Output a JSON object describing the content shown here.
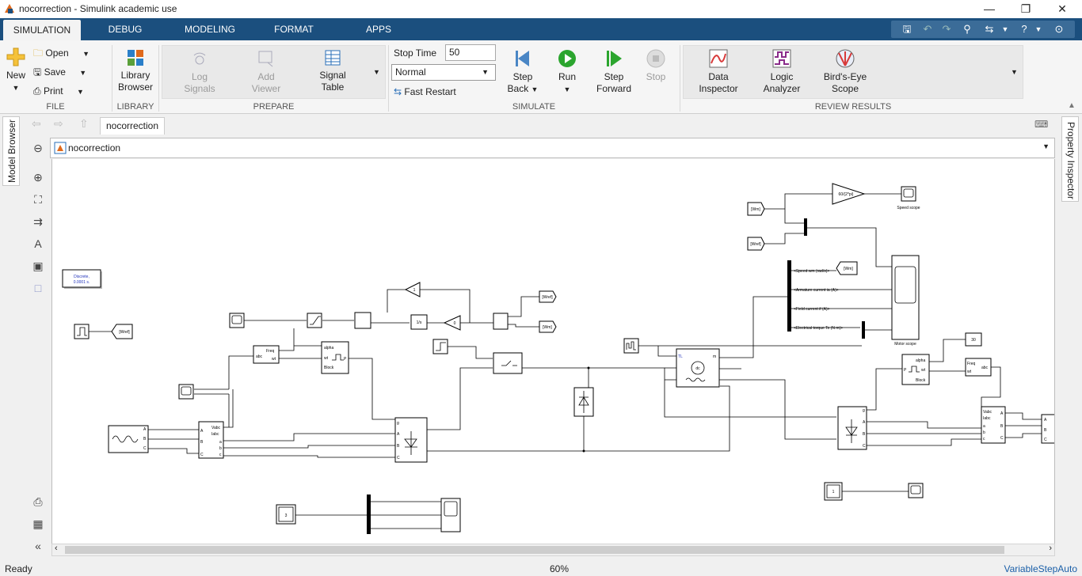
{
  "window": {
    "title": "nocorrection - Simulink academic use",
    "minimize": "—",
    "maximize": "❐",
    "close": "✕"
  },
  "tabs": [
    "SIMULATION",
    "DEBUG",
    "MODELING",
    "FORMAT",
    "APPS"
  ],
  "ribbon": {
    "file": {
      "new_label": "New",
      "open_label": "Open",
      "save_label": "Save",
      "print_label": "Print",
      "group": "FILE"
    },
    "library": {
      "browser_line1": "Library",
      "browser_line2": "Browser",
      "group": "LIBRARY"
    },
    "prepare": {
      "log1": "Log",
      "log2": "Signals",
      "add1": "Add",
      "add2": "Viewer",
      "sig1": "Signal",
      "sig2": "Table",
      "group": "PREPARE"
    },
    "simulate": {
      "stop_time_label": "Stop Time",
      "stop_time_value": "50",
      "mode": "Normal",
      "fast_restart": "Fast Restart",
      "stepback1": "Step",
      "stepback2": "Back",
      "run": "Run",
      "stepfwd1": "Step",
      "stepfwd2": "Forward",
      "stop": "Stop",
      "group": "SIMULATE"
    },
    "review": {
      "di1": "Data",
      "di2": "Inspector",
      "la1": "Logic",
      "la2": "Analyzer",
      "be1": "Bird's-Eye",
      "be2": "Scope",
      "group": "REVIEW RESULTS"
    }
  },
  "side": {
    "model_browser": "Model Browser",
    "property_inspector": "Property Inspector"
  },
  "explorer": {
    "model_tab": "nocorrection",
    "address": "nocorrection"
  },
  "diagram": {
    "discrete1": "Discrete,",
    "discrete2": "0.0001 s.",
    "wref": "[Wref]",
    "wm": "[Wm]",
    "gain_one": "1",
    "integ": "1/s",
    "gain_zero": "0",
    "freq": "Freq",
    "abc": "abc",
    "wt": "wt",
    "alpha": "alpha",
    "block": "Block",
    "pulse_p": "P",
    "vabc": "Vabc",
    "iabc": "Iabc",
    "port_a": "A",
    "port_b": "B",
    "port_c": "C",
    "port_a_low": "a",
    "port_b_low": "b",
    "port_c_low": "c",
    "port_g": "g",
    "port_plus": "+",
    "port_minus": "-",
    "tl": "TL",
    "dc": "dc",
    "ports_m": "m",
    "gain_speed": "60/(2*pi)",
    "speed_scope": "Speed scope",
    "bus_speed": "<Speed wm (rad/s)>",
    "bus_arm": "<Armature current ia (A)>",
    "bus_field": "<Field current if (A)>",
    "bus_torque": "<Electrical torque Te (N m)>",
    "motor_scope": "Motor scope",
    "const_30": "30",
    "const_1": "1",
    "const_3": "3"
  },
  "status": {
    "left": "Ready",
    "zoom": "60%",
    "solver": "VariableStepAuto"
  }
}
